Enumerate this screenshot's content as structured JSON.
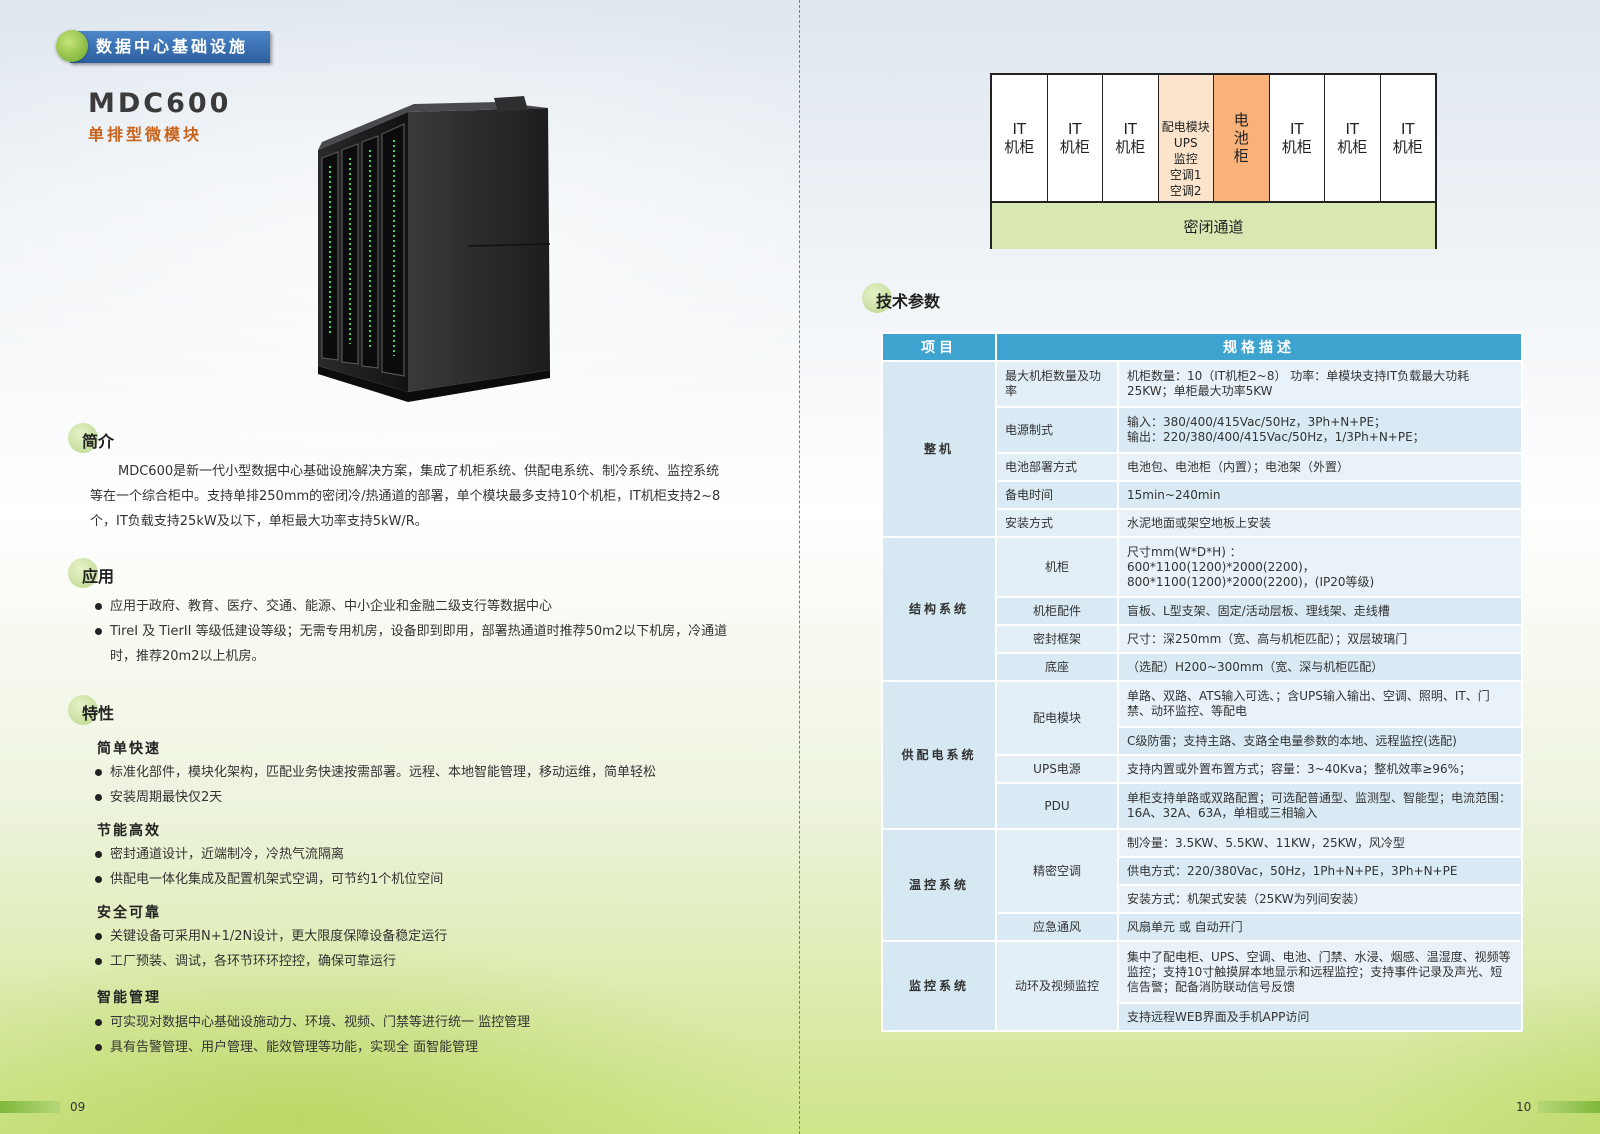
{
  "left_page": {
    "banner": "数据中心基础设施",
    "model": "MDC600",
    "model_subtitle": "单排型微模块",
    "intro": {
      "title": "简介",
      "text": "MDC600是新一代小型数据中心基础设施解决方案，集成了机柜系统、供配电系统、制冷系统、监控系统等在一个综合柜中。支持单排250mm的密闭冷/热通道的部署，单个模块最多支持10个机柜，IT机柜支持2~8个，IT负载支持25kW及以下，单柜最大功率支持5kW/R。"
    },
    "application": {
      "title": "应用",
      "items": [
        "应用于政府、教育、医疗、交通、能源、中小企业和金融二级支行等数据中心",
        "TireI 及 TierII 等级低建设等级；无需专用机房，设备即到即用，部署热通道时推荐50m2以下机房，冷通道时，推荐20m2以上机房。"
      ]
    },
    "features": {
      "title": "特性",
      "groups": [
        {
          "title": "简单快速",
          "items": [
            "标准化部件，模块化架构，匹配业务快速按需部署。远程、本地智能管理，移动运维，简单轻松",
            "安装周期最快仅2天"
          ]
        },
        {
          "title": "节能高效",
          "items": [
            "密封通道设计，近端制冷，冷热气流隔离",
            "供配电一体化集成及配置机架式空调，可节约1个机位空间"
          ]
        },
        {
          "title": "安全可靠",
          "items": [
            "关键设备可采用N+1/2N设计，更大限度保障设备稳定运行",
            "工厂预装、调试，各环节环环控控，确保可靠运行"
          ]
        },
        {
          "title": "智能管理",
          "items": [
            "可实现对数据中心基础设施动力、环境、视频、门禁等进行统一 监控管理",
            "具有告警管理、用户管理、能效管理等功能，实现全 面智能管理"
          ]
        }
      ]
    },
    "page_number": "09"
  },
  "right_page": {
    "rack_diagram": {
      "cells": [
        "IT\n机柜",
        "IT\n机柜",
        "IT\n机柜",
        "配电模块\nUPS\n监控\n空调1\n空调2",
        "电\n池\n柜",
        "IT\n机柜",
        "IT\n机柜",
        "IT\n机柜"
      ],
      "aisle": "密闭通道"
    },
    "spec_title": "技术参数",
    "spec_headers": [
      "项目",
      "规格描述"
    ],
    "spec_rows": {
      "整机": {
        "cat": "整机",
        "r1": {
          "item": "最大机柜数量及功率",
          "desc": "机柜数量：10（IT机柜2~8） 功率：单模块支持IT负载最大功耗25KW；单柜最大功率5KW"
        },
        "r2": {
          "item": "电源制式",
          "desc": "输入：380/400/415Vac/50Hz，3Ph+N+PE；\n输出：220/380/400/415Vac/50Hz，1/3Ph+N+PE；"
        },
        "r3": {
          "item": "电池部署方式",
          "desc": "电池包、电池柜（内置）；电池架（外置）"
        },
        "r4": {
          "item": "备电时间",
          "desc": "15min~240min"
        },
        "r5": {
          "item": "安装方式",
          "desc": "水泥地面或架空地板上安装"
        }
      },
      "structure": {
        "cat": "结构系统",
        "r1": {
          "item": "机柜",
          "desc": "尺寸mm(W*D*H) ：\n600*1100(1200)*2000(2200)，\n800*1100(1200)*2000(2200)，(IP20等级)"
        },
        "r2": {
          "item": "机柜配件",
          "desc": "盲板、L型支架、固定/活动层板、理线架、走线槽"
        },
        "r3": {
          "item": "密封框架",
          "desc": "尺寸：深250mm（宽、高与机柜匹配）；双层玻璃门"
        },
        "r4": {
          "item": "底座",
          "desc": "（选配）H200~300mm（宽、深与机柜匹配）"
        }
      },
      "power": {
        "cat": "供配电系统",
        "r1": {
          "item": "配电模块",
          "desc": "单路、双路、ATS输入可选、；含UPS输入输出、空调、照明、IT、门禁、动环监控、等配电"
        },
        "r1b": {
          "desc": "C级防雷；支持主路、支路全电量参数的本地、远程监控(选配)"
        },
        "r2": {
          "item": "UPS电源",
          "desc": "支持内置或外置布置方式；容量：3~40Kva；整机效率≥96%；"
        },
        "r3": {
          "item": "PDU",
          "desc": "单柜支持单路或双路配置；可选配普通型、监测型、智能型；电流范围：16A、32A、63A，单相或三相输入"
        }
      },
      "cooling": {
        "cat": "温控系统",
        "r1": {
          "item": "精密空调",
          "desc": "制冷量：3.5KW、5.5KW、11KW，25KW，风冷型"
        },
        "r1b": {
          "desc": "供电方式：220/380Vac，50Hz，1Ph+N+PE，3Ph+N+PE"
        },
        "r1c": {
          "desc": "安装方式：机架式安装（25KW为列间安装）"
        },
        "r2": {
          "item": "应急通风",
          "desc": "风扇单元 或 自动开门"
        }
      },
      "monitor": {
        "cat": "监控系统",
        "r1": {
          "item": "动环及视频监控",
          "desc": "集中了配电柜、UPS、空调、电池、门禁、水浸、烟感、温湿度、视频等监控；支持10寸触摸屏本地显示和远程监控；支持事件记录及声光、短信告警；配备消防联动信号反馈"
        },
        "r1b": {
          "desc": "支持远程WEB界面及手机APP访问"
        }
      }
    },
    "page_number": "10"
  },
  "colors": {
    "banner_blue": "#2c5f9e",
    "subtitle_orange": "#c8631c",
    "table_header": "#3ea3cf",
    "battery_cell": "#f8b27a",
    "aisle_green": "#d9e8b2"
  }
}
